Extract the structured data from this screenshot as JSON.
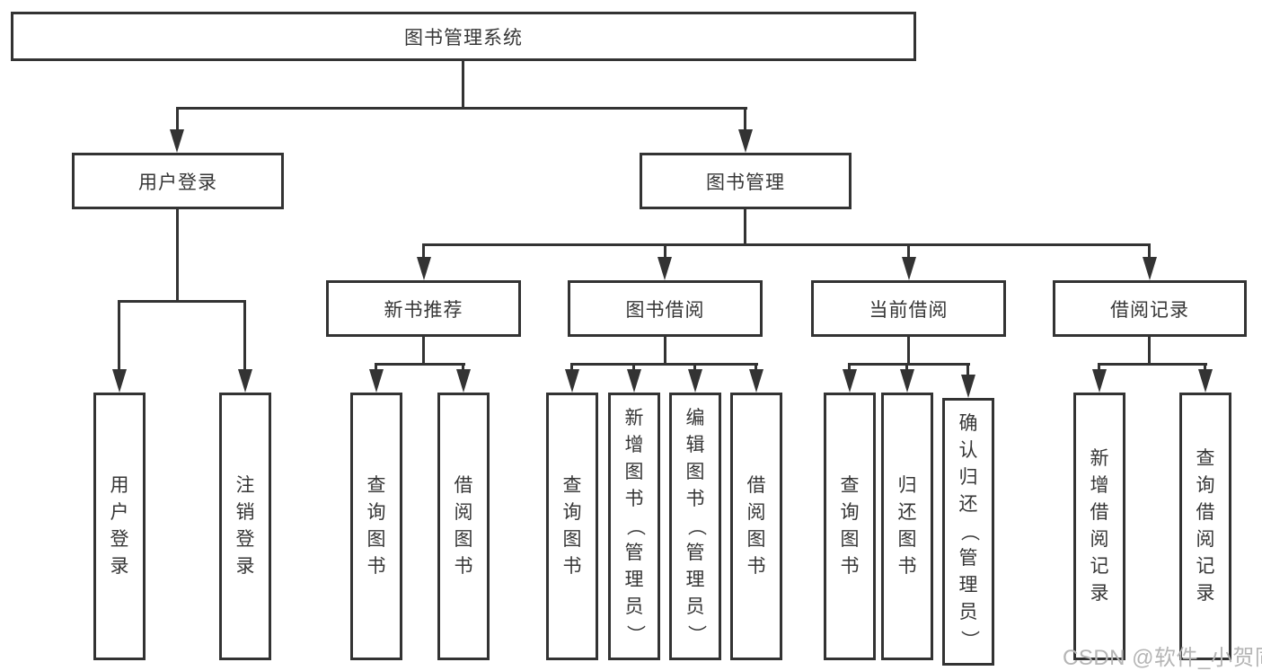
{
  "tree": {
    "root": {
      "label": "图书管理系统",
      "children": [
        {
          "label": "用户登录",
          "children": [
            {
              "label": "用户登录"
            },
            {
              "label": "注销登录"
            }
          ]
        },
        {
          "label": "图书管理",
          "children": [
            {
              "label": "新书推荐",
              "children": [
                {
                  "label": "查询图书"
                },
                {
                  "label": "借阅图书"
                }
              ]
            },
            {
              "label": "图书借阅",
              "children": [
                {
                  "label": "查询图书"
                },
                {
                  "label": "新增图书（管理员）"
                },
                {
                  "label": "编辑图书（管理员）"
                },
                {
                  "label": "借阅图书"
                }
              ]
            },
            {
              "label": "当前借阅",
              "children": [
                {
                  "label": "查询图书"
                },
                {
                  "label": "归还图书"
                },
                {
                  "label": "确认归还（管理员）"
                }
              ]
            },
            {
              "label": "借阅记录",
              "children": [
                {
                  "label": "新增借阅记录"
                },
                {
                  "label": "查询借阅记录"
                }
              ]
            }
          ]
        }
      ]
    }
  },
  "watermark": {
    "text": "CSDN @软件_小贺同学"
  },
  "colors": {
    "line": "#333333",
    "text": "#363636",
    "watermark": "#b5b5b5",
    "background": "#ffffff"
  }
}
